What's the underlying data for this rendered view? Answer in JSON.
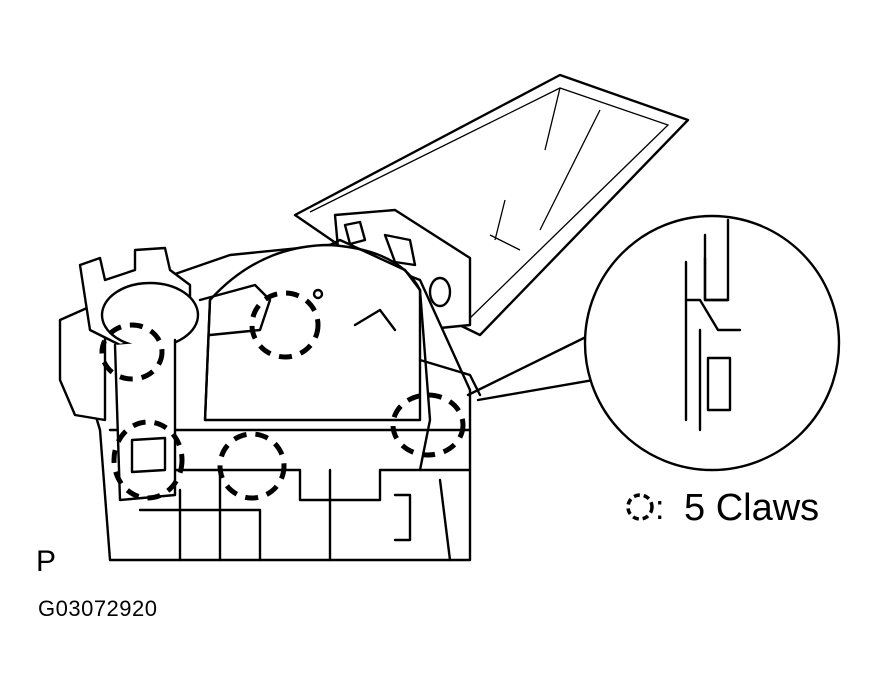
{
  "legend": {
    "text": "5 Claws",
    "symbol_separator": ":",
    "symbol_icon": "dashed-circle-icon"
  },
  "view_letter": "P",
  "figure_code": "G03072920",
  "claw_count": 5,
  "colors": {
    "ink": "#000000",
    "paper": "#ffffff"
  }
}
